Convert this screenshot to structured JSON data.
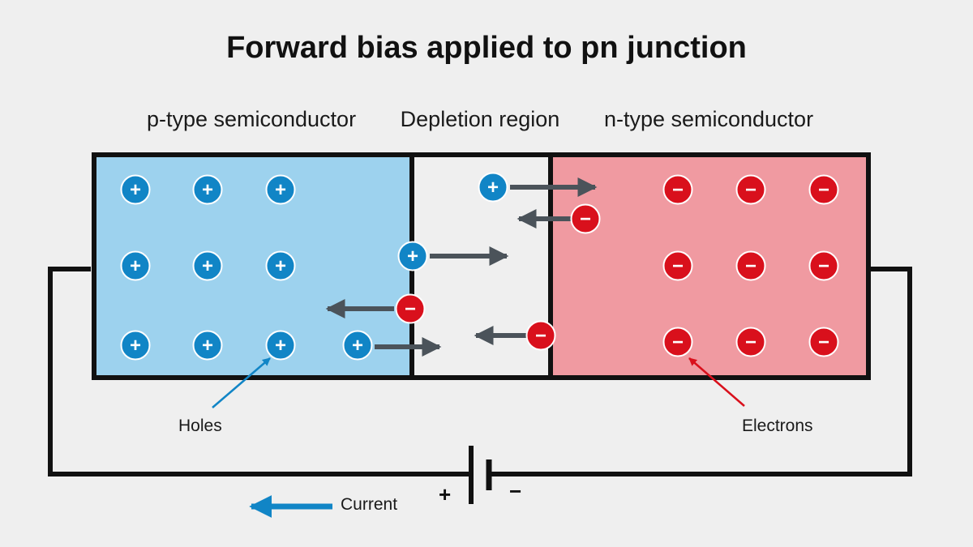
{
  "title": "Forward bias applied to pn junction",
  "regions": {
    "p_type": "p-type semiconductor",
    "depletion": "Depletion region",
    "n_type": "n-type semiconductor"
  },
  "labels": {
    "holes": "Holes",
    "electrons": "Electrons",
    "current": "Current",
    "battery_positive": "+",
    "battery_negative": "−"
  },
  "charge_symbols": {
    "hole": "+",
    "electron": "−"
  },
  "colors": {
    "background": "#efefef",
    "p_region": "#9dd2ee",
    "n_region": "#f09aa1",
    "depletion": "#efefef",
    "hole": "#1185c6",
    "electron": "#d9101c",
    "arrow": "#4b535a",
    "current_arrow": "#1185c6",
    "outline": "#111111"
  }
}
